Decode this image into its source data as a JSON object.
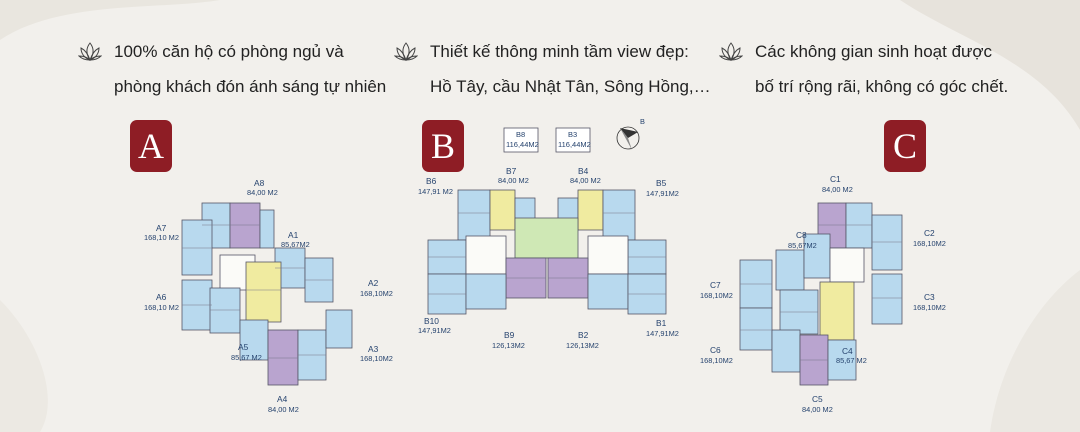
{
  "features": [
    {
      "icon": "lotus-icon",
      "lines": [
        "100% căn hộ có phòng ngủ và",
        "phòng khách đón ánh sáng tự nhiên"
      ]
    },
    {
      "icon": "lotus-icon",
      "lines": [
        "Thiết kế thông minh tầm view đẹp:",
        "Hồ Tây, cầu Nhật Tân, Sông Hồng,…"
      ]
    },
    {
      "icon": "lotus-icon",
      "lines": [
        "Các không gian sinh hoạt được",
        "bố trí rộng rãi, không có góc chết."
      ]
    }
  ],
  "buildings": {
    "A": {
      "badge": "A",
      "units": [
        {
          "code": "A8",
          "area": "84,00 M2"
        },
        {
          "code": "A7",
          "area": "168,10 M2"
        },
        {
          "code": "A1",
          "area": "85,67M2"
        },
        {
          "code": "A2",
          "area": "168,10M2"
        },
        {
          "code": "A6",
          "area": "168,10 M2"
        },
        {
          "code": "A5",
          "area": "85,67 M2"
        },
        {
          "code": "A3",
          "area": "168,10M2"
        },
        {
          "code": "A4",
          "area": "84,00 M2"
        }
      ]
    },
    "B": {
      "badge": "B",
      "compass": "B",
      "units": [
        {
          "code": "B8",
          "area": "116,44M2"
        },
        {
          "code": "B3",
          "area": "116,44M2"
        },
        {
          "code": "B6",
          "area": "147,91 M2"
        },
        {
          "code": "B7",
          "area": "84,00 M2"
        },
        {
          "code": "B4",
          "area": "84,00 M2"
        },
        {
          "code": "B5",
          "area": "147,91M2"
        },
        {
          "code": "B10",
          "area": "147,91M2"
        },
        {
          "code": "B9",
          "area": "126,13M2"
        },
        {
          "code": "B2",
          "area": "126,13M2"
        },
        {
          "code": "B1",
          "area": "147,91M2"
        }
      ]
    },
    "C": {
      "badge": "C",
      "units": [
        {
          "code": "C1",
          "area": "84,00 M2"
        },
        {
          "code": "C8",
          "area": "85,67M2"
        },
        {
          "code": "C2",
          "area": "168,10M2"
        },
        {
          "code": "C7",
          "area": "168,10M2"
        },
        {
          "code": "C3",
          "area": "168,10M2"
        },
        {
          "code": "C6",
          "area": "168,10M2"
        },
        {
          "code": "C4",
          "area": "85,67 M2"
        },
        {
          "code": "C5",
          "area": "84,00 M2"
        }
      ]
    }
  },
  "colors": {
    "badge": "#8e1d25",
    "blue": "#b8d9ee",
    "purple": "#b9a4cf",
    "yellow": "#f0eba0",
    "green": "#cfe8b5",
    "ink": "#26436e"
  }
}
